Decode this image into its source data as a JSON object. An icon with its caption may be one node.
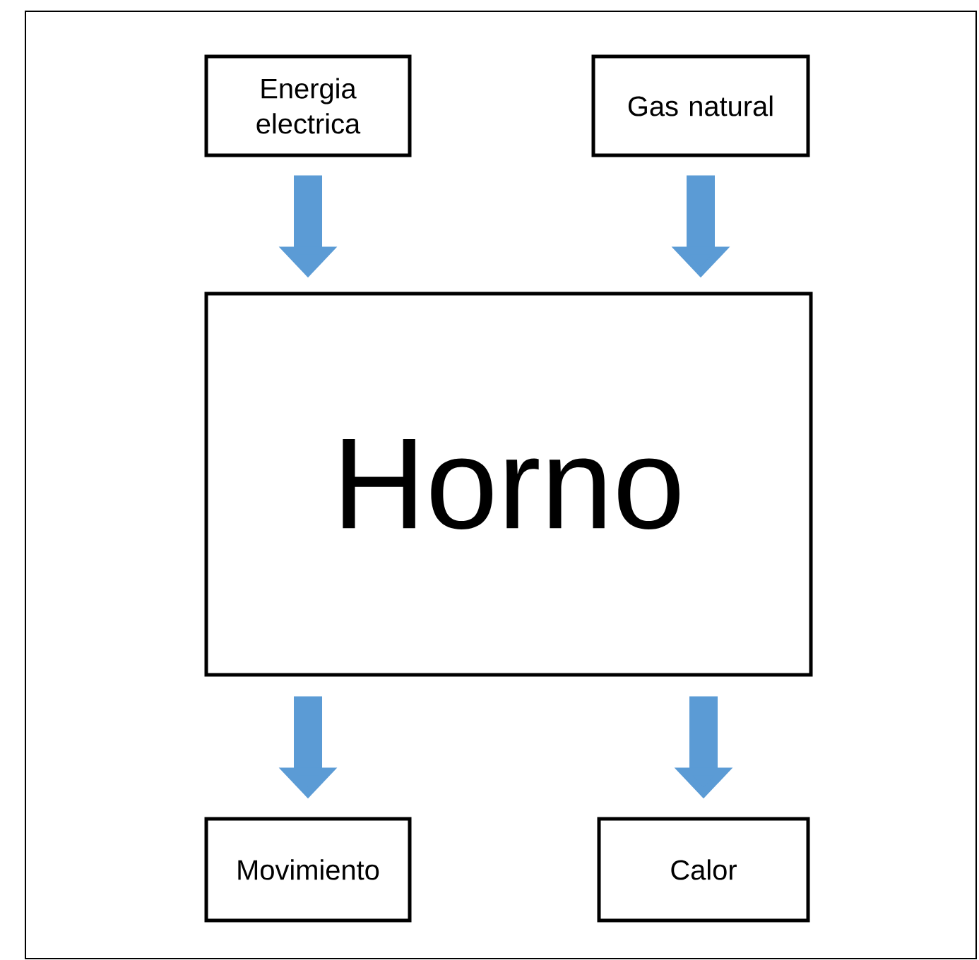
{
  "diagram": {
    "nodes": [
      {
        "text": [
          "Energia electrica"
        ]
      },
      {
        "text": [
          "Gas natural"
        ]
      },
      {
        "text": [
          "Horno"
        ]
      },
      {
        "text": [
          "Movimiento"
        ]
      },
      {
        "text": [
          "Calor"
        ]
      }
    ],
    "edges": [
      {
        "from": 0,
        "to": 2,
        "arrow": "to"
      },
      {
        "from": 1,
        "to": 2,
        "arrow": "to"
      },
      {
        "from": 2,
        "to": 3,
        "arrow": "to"
      },
      {
        "from": 2,
        "to": 4,
        "arrow": "to"
      }
    ]
  }
}
